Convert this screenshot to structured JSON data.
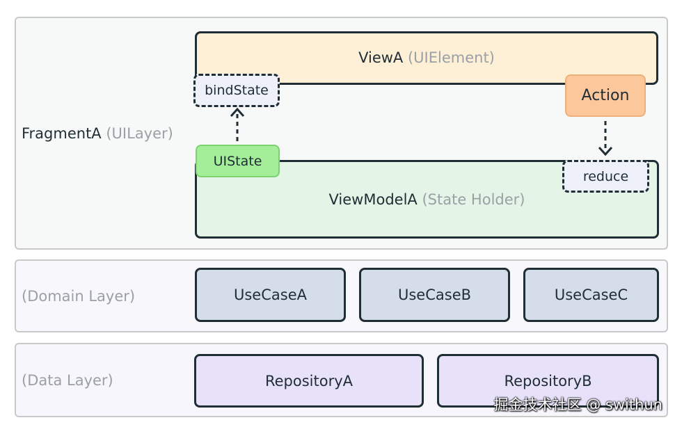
{
  "ui_layer": {
    "name": "FragmentA",
    "tag": "(UILayer)"
  },
  "view": {
    "name": "ViewA",
    "tag": "(UIElement)"
  },
  "view_model": {
    "name": "ViewModelA",
    "tag": "(State Holder)"
  },
  "bind_state": "bindState",
  "action": "Action",
  "ui_state": "UIState",
  "reduce": "reduce",
  "domain_layer": {
    "label": "(Domain Layer)",
    "use_cases": [
      "UseCaseA",
      "UseCaseB",
      "UseCaseC"
    ]
  },
  "data_layer": {
    "label": "(Data Layer)",
    "repositories": [
      "RepositoryA",
      "RepositoryB"
    ]
  },
  "watermark": "掘金技术社区 @ swithun",
  "colors": {
    "view_fill": "#fdf0d6",
    "view_model_fill": "#e4f4e6",
    "ui_state_fill": "#a4ee9a",
    "action_fill": "#fbc79b",
    "use_case_fill": "#d5ddea",
    "repository_fill": "#e7e1fa",
    "outline": "#1f2d35"
  }
}
